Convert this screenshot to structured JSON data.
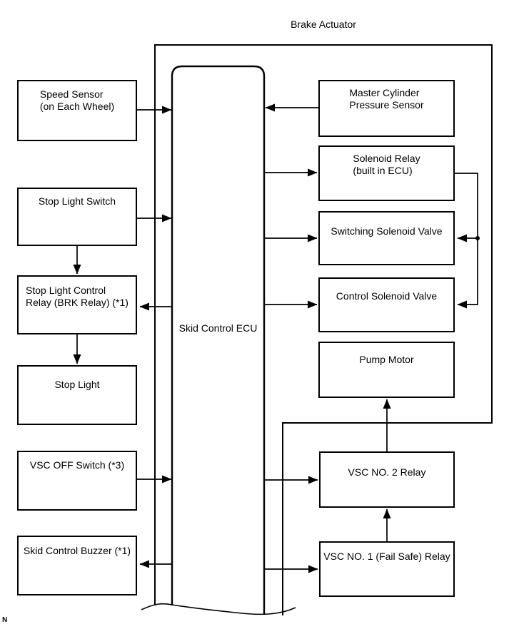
{
  "title": "Brake Actuator",
  "marker": "N",
  "ecu": {
    "label": "Skid Control ECU"
  },
  "colors": {
    "line": "#000000",
    "background": "#ffffff",
    "text": "#000000"
  },
  "boxes": {
    "speed_sensor": {
      "lines": [
        "Speed Sensor",
        "(on Each Wheel)"
      ]
    },
    "stop_light_switch": {
      "lines": [
        "Stop Light Switch"
      ]
    },
    "stop_light_control_relay": {
      "lines": [
        "Stop Light Control",
        "Relay (BRK Relay) (*1)"
      ]
    },
    "stop_light": {
      "lines": [
        "Stop Light"
      ]
    },
    "vsc_off_switch": {
      "lines": [
        "VSC OFF Switch (*3)"
      ]
    },
    "skid_control_buzzer": {
      "lines": [
        "Skid Control Buzzer (*1)"
      ]
    },
    "master_cylinder_pressure_sensor": {
      "lines": [
        "Master Cylinder",
        "Pressure Sensor"
      ]
    },
    "solenoid_relay": {
      "lines": [
        "Solenoid Relay",
        "(built in ECU)"
      ]
    },
    "switching_solenoid_valve": {
      "lines": [
        "Switching Solenoid Valve"
      ]
    },
    "control_solenoid_valve": {
      "lines": [
        "Control Solenoid Valve"
      ]
    },
    "pump_motor": {
      "lines": [
        "Pump Motor"
      ]
    },
    "vsc_no2_relay": {
      "lines": [
        "VSC NO. 2 Relay"
      ]
    },
    "vsc_no1_relay": {
      "lines": [
        "VSC NO. 1 (Fail Safe) Relay"
      ]
    }
  }
}
